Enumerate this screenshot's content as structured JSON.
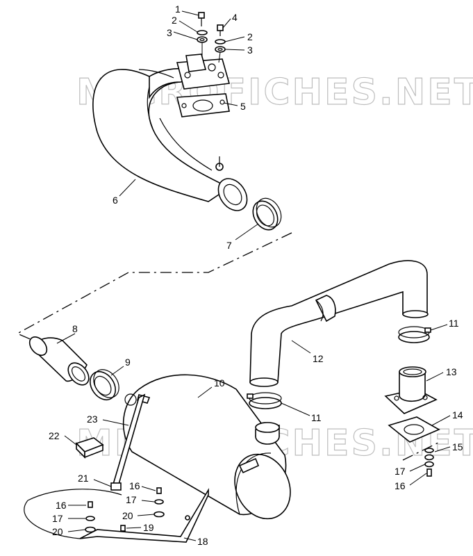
{
  "watermark": "MICROFICHES.NET",
  "callouts": [
    {
      "id": "c1",
      "text": "1"
    },
    {
      "id": "c2a",
      "text": "2"
    },
    {
      "id": "c3a",
      "text": "3"
    },
    {
      "id": "c4",
      "text": "4"
    },
    {
      "id": "c2b",
      "text": "2"
    },
    {
      "id": "c3b",
      "text": "3"
    },
    {
      "id": "c5",
      "text": "5"
    },
    {
      "id": "c6",
      "text": "6"
    },
    {
      "id": "c7",
      "text": "7"
    },
    {
      "id": "c8",
      "text": "8"
    },
    {
      "id": "c9",
      "text": "9"
    },
    {
      "id": "c10",
      "text": "10"
    },
    {
      "id": "c11a",
      "text": "11"
    },
    {
      "id": "c11b",
      "text": "11"
    },
    {
      "id": "c12",
      "text": "12"
    },
    {
      "id": "c13",
      "text": "13"
    },
    {
      "id": "c14",
      "text": "14"
    },
    {
      "id": "c15",
      "text": "15"
    },
    {
      "id": "c17a",
      "text": "17"
    },
    {
      "id": "c16a",
      "text": "16"
    },
    {
      "id": "c22",
      "text": "22"
    },
    {
      "id": "c23",
      "text": "23"
    },
    {
      "id": "c21",
      "text": "21"
    },
    {
      "id": "c16b",
      "text": "16"
    },
    {
      "id": "c17b",
      "text": "17"
    },
    {
      "id": "c20a",
      "text": "20"
    },
    {
      "id": "c16c",
      "text": "16"
    },
    {
      "id": "c17c",
      "text": "17"
    },
    {
      "id": "c20b",
      "text": "20"
    },
    {
      "id": "c19",
      "text": "19"
    },
    {
      "id": "c18",
      "text": "18"
    }
  ]
}
